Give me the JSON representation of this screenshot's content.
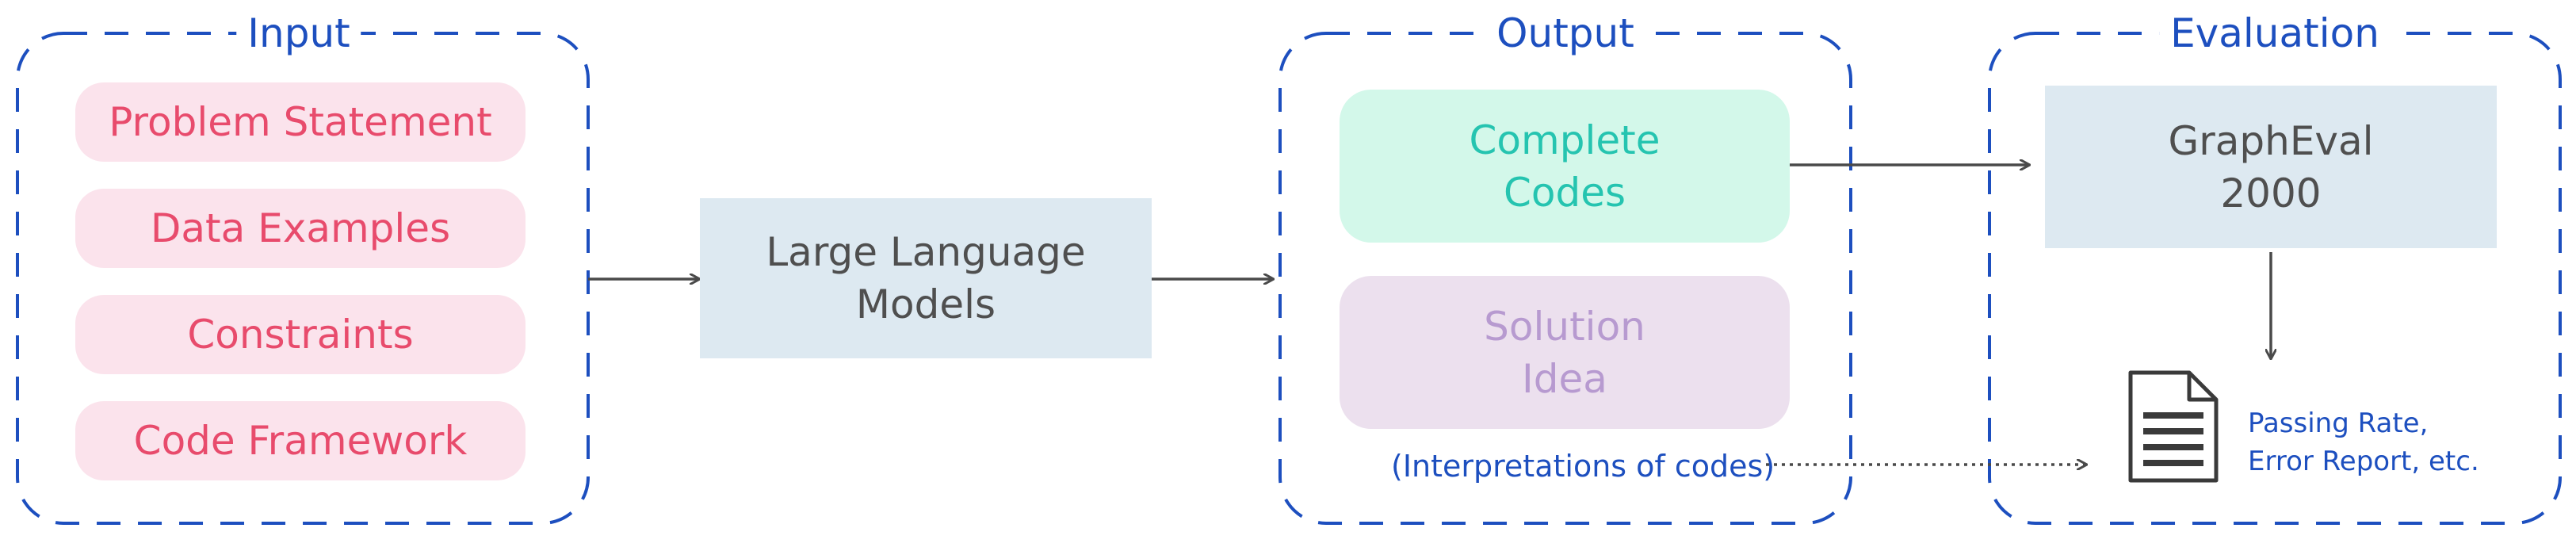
{
  "input": {
    "title": "Input",
    "items": [
      "Problem Statement",
      "Data Examples",
      "Constraints",
      "Code Framework"
    ]
  },
  "model": {
    "line1": "Large Language",
    "line2": "Models"
  },
  "output": {
    "title": "Output",
    "codes": {
      "line1": "Complete",
      "line2": "Codes"
    },
    "idea": {
      "line1": "Solution",
      "line2": "Idea"
    },
    "note": "(Interpretations of codes)"
  },
  "evaluation": {
    "title": "Evaluation",
    "benchmark": {
      "line1": "GraphEval",
      "line2": "2000"
    },
    "document_icon": "document-icon",
    "result_line1": "Passing Rate,",
    "result_line2": "Error Report, etc."
  },
  "colors": {
    "accent_blue": "#1d4fbf",
    "input_pill_bg": "#fbe3ec",
    "input_pill_text": "#e84b6c",
    "model_bg": "#dde9f1",
    "codes_bg": "#d3f8ea",
    "codes_text": "#25c4b0",
    "idea_bg": "#ece0ee",
    "idea_text": "#b79ad0",
    "arrow": "#4a4a4a"
  }
}
